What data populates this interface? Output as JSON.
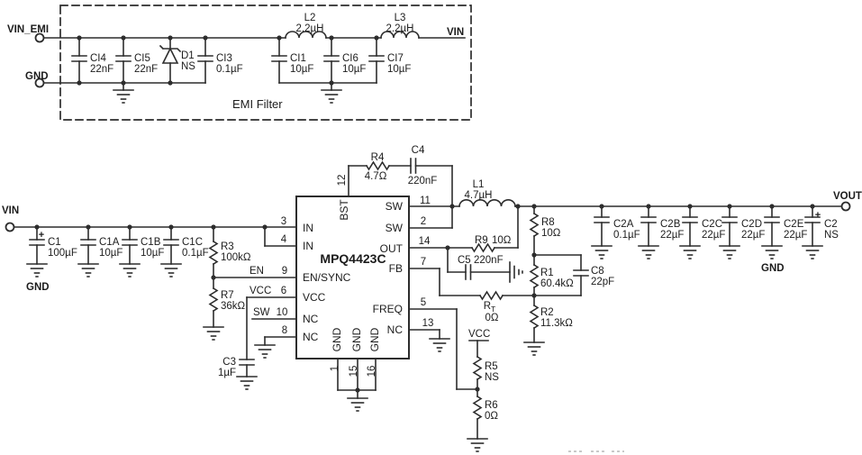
{
  "emi": {
    "title": "EMI Filter",
    "vin_emi_label": "VIN_EMI",
    "gnd_label": "GND",
    "vin_label": "VIN",
    "CI4": {
      "ref": "CI4",
      "val": "22nF"
    },
    "CI5": {
      "ref": "CI5",
      "val": "22nF"
    },
    "D1": {
      "ref": "D1",
      "val": "NS"
    },
    "CI3": {
      "ref": "CI3",
      "val": "0.1µF"
    },
    "CI1": {
      "ref": "CI1",
      "val": "10µF"
    },
    "L2": {
      "ref": "L2",
      "val": "2.2µH"
    },
    "CI6": {
      "ref": "CI6",
      "val": "10µF"
    },
    "CI7": {
      "ref": "CI7",
      "val": "10µF"
    },
    "L3": {
      "ref": "L3",
      "val": "2.2µH"
    }
  },
  "ic": {
    "name": "MPQ4423C",
    "pins": {
      "p3": {
        "num": "3",
        "name": "IN"
      },
      "p4": {
        "num": "4",
        "name": "IN"
      },
      "p9": {
        "num": "9",
        "name": "EN/SYNC"
      },
      "p6": {
        "num": "6",
        "name": "VCC"
      },
      "p10": {
        "num": "10",
        "name": "NC"
      },
      "p8": {
        "num": "8",
        "name": "NC"
      },
      "p12": {
        "num": "12",
        "name": "BST"
      },
      "p11": {
        "num": "11",
        "name": "SW"
      },
      "p2": {
        "num": "2",
        "name": "SW"
      },
      "p14": {
        "num": "14",
        "name": "OUT"
      },
      "p7": {
        "num": "7",
        "name": "FB"
      },
      "p5": {
        "num": "5",
        "name": "FREQ"
      },
      "p13": {
        "num": "13",
        "name": "NC"
      },
      "p1": {
        "num": "1",
        "name": "GND"
      },
      "p15": {
        "num": "15",
        "name": "GND"
      },
      "p16": {
        "num": "16",
        "name": "GND"
      }
    }
  },
  "nets": {
    "vin": "VIN",
    "gnd_in": "GND",
    "en": "EN",
    "vcc": "VCC",
    "sw": "SW",
    "vcc2": "VCC",
    "vout": "VOUT",
    "gnd_out": "GND",
    "plus": "+"
  },
  "parts": {
    "C1": {
      "ref": "C1",
      "val": "100µF"
    },
    "C1A": {
      "ref": "C1A",
      "val": "10µF"
    },
    "C1B": {
      "ref": "C1B",
      "val": "10µF"
    },
    "C1C": {
      "ref": "C1C",
      "val": "0.1µF"
    },
    "R3": {
      "ref": "R3",
      "val": "100kΩ"
    },
    "R7": {
      "ref": "R7",
      "val": "36kΩ"
    },
    "C3": {
      "ref": "C3",
      "val": "1µF"
    },
    "R4": {
      "ref": "R4",
      "val": "4.7Ω"
    },
    "C4": {
      "ref": "C4",
      "val": "220nF"
    },
    "L1": {
      "ref": "L1",
      "val": "4.7µH"
    },
    "R9": {
      "ref": "R9",
      "val": "10Ω"
    },
    "C5": {
      "ref": "C5",
      "val": "220nF"
    },
    "RT": {
      "ref_main": "R",
      "ref_sub": "T",
      "val": "0Ω"
    },
    "R8": {
      "ref": "R8",
      "val": "10Ω"
    },
    "R1": {
      "ref": "R1",
      "val": "60.4kΩ"
    },
    "C8": {
      "ref": "C8",
      "val": "22pF"
    },
    "R2": {
      "ref": "R2",
      "val": "11.3kΩ"
    },
    "R5": {
      "ref": "R5",
      "val": "NS"
    },
    "R6": {
      "ref": "R6",
      "val": "0Ω"
    },
    "C2A": {
      "ref": "C2A",
      "val": "0.1µF"
    },
    "C2B": {
      "ref": "C2B",
      "val": "22µF"
    },
    "C2C": {
      "ref": "C2C",
      "val": "22µF"
    },
    "C2D": {
      "ref": "C2D",
      "val": "22µF"
    },
    "C2E": {
      "ref": "C2E",
      "val": "22µF"
    },
    "C2": {
      "ref": "C2",
      "val": "NS"
    }
  }
}
